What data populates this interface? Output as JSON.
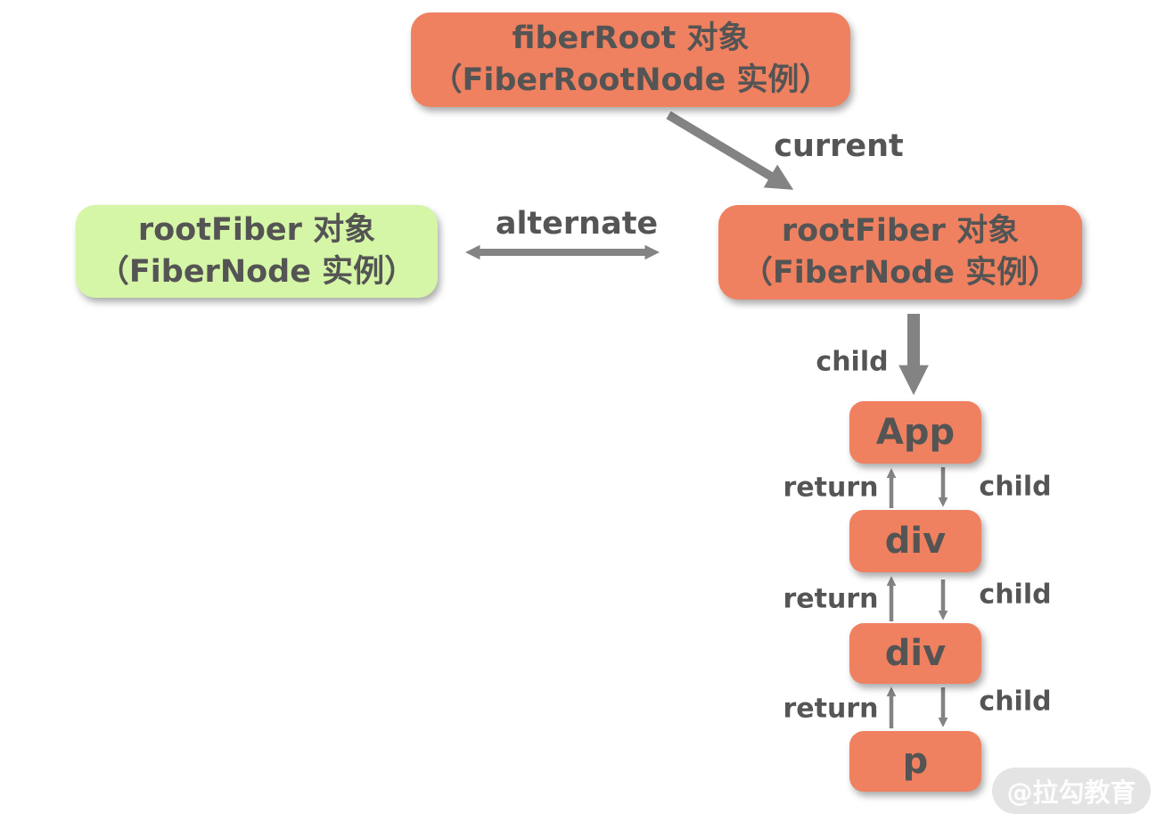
{
  "colors": {
    "background": "#FFFFFF",
    "node_orange": "#EF8160",
    "node_green": "#D5F6A6",
    "node_text": "#545454",
    "label_text": "#555555",
    "arrow": "#838383",
    "watermark_bg": "#E4E4E4",
    "watermark_text": "#FDFDFD"
  },
  "nodes": {
    "fiber_root": {
      "line1": "fiberRoot 对象",
      "line2": "（FiberRootNode 实例）"
    },
    "root_fiber_left": {
      "line1": "rootFiber 对象",
      "line2": "（FiberNode 实例）"
    },
    "root_fiber_right": {
      "line1": "rootFiber 对象",
      "line2": "（FiberNode 实例）"
    },
    "app": {
      "label": "App"
    },
    "div1": {
      "label": "div"
    },
    "div2": {
      "label": "div"
    },
    "p": {
      "label": "p"
    }
  },
  "edge_labels": {
    "current": "current",
    "alternate": "alternate",
    "root_child": "child",
    "app_return": "return",
    "app_child": "child",
    "div1_return": "return",
    "div1_child": "child",
    "div2_return": "return",
    "div2_child": "child"
  },
  "watermark": {
    "text": "@拉勾教育"
  }
}
